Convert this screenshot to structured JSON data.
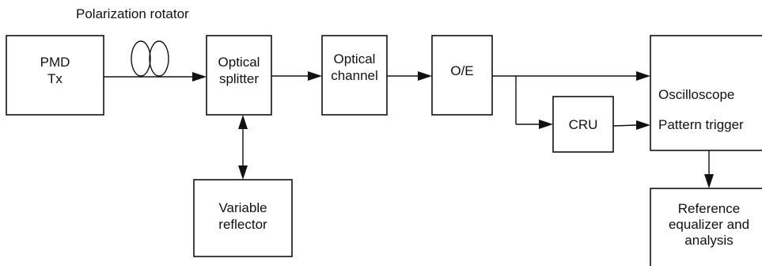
{
  "top_label": "Polarization rotator",
  "blocks": {
    "pmd_tx": [
      "PMD",
      "Tx"
    ],
    "optical_splitter": [
      "Optical",
      "splitter"
    ],
    "optical_channel": [
      "Optical",
      "channel"
    ],
    "oe": [
      "O/E"
    ],
    "cru": [
      "CRU"
    ],
    "variable_reflector": [
      "Variable",
      "reflector"
    ],
    "oscilloscope": [
      "Oscilloscope",
      "Pattern trigger"
    ],
    "reference_equalizer": [
      "Reference",
      "equalizer and",
      "analysis"
    ]
  }
}
